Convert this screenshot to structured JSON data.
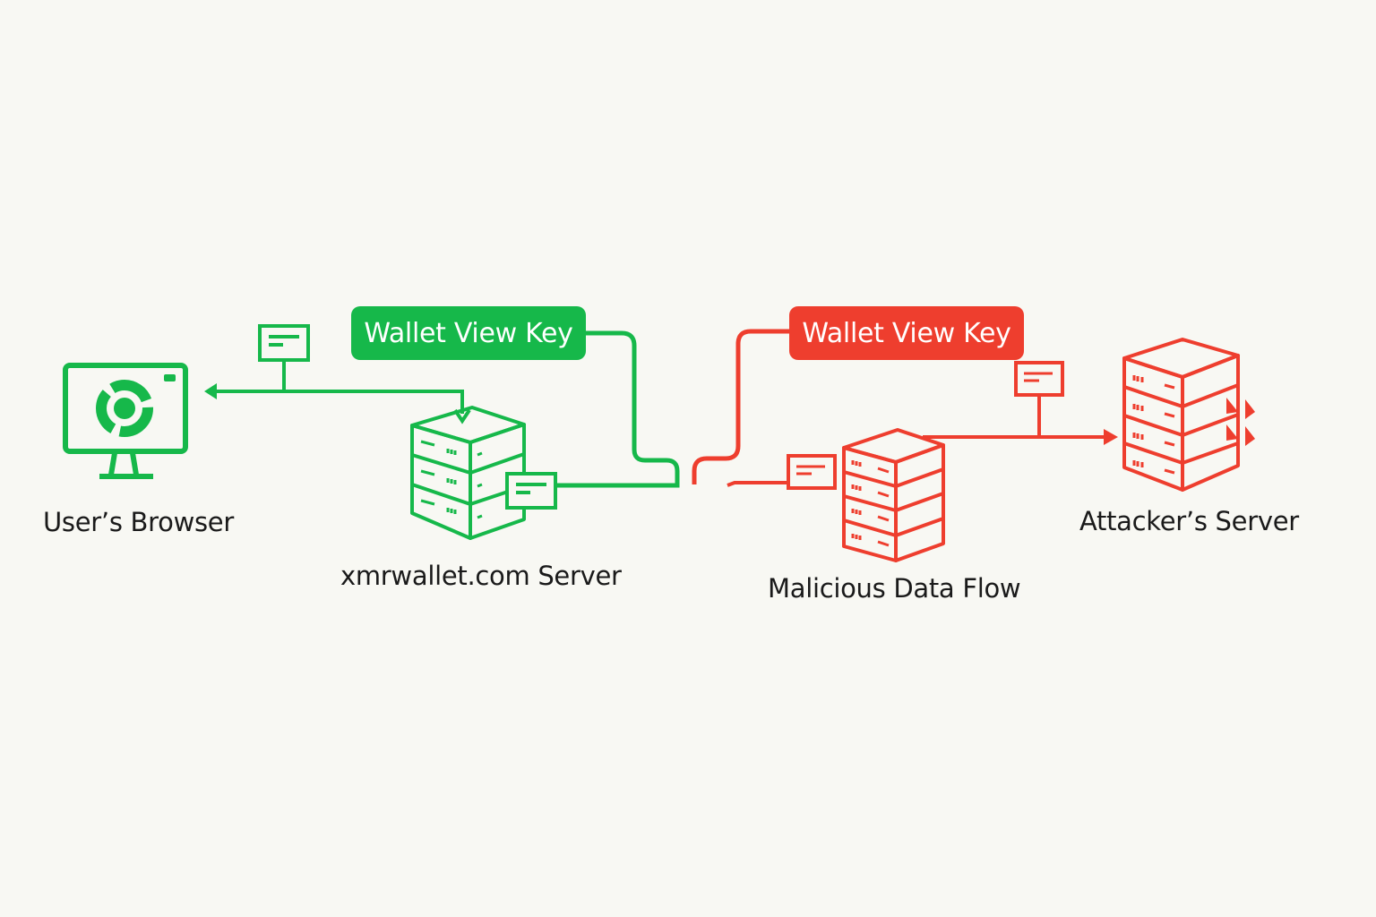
{
  "colors": {
    "background": "#f8f8f3",
    "legit": "#16b84a",
    "malicious": "#ee3e2e",
    "text": "#1a1a1a"
  },
  "nodes": {
    "browser": {
      "label": "User’s Browser",
      "icon": "monitor-browser-icon"
    },
    "xmr_server": {
      "label": "xmrwallet.com Server",
      "icon": "server-stack-icon"
    },
    "malicious_flow": {
      "label": "Malicious Data Flow",
      "icon": "server-stack-icon"
    },
    "attacker_server": {
      "label": "Attacker’s Server",
      "icon": "server-stack-icon"
    }
  },
  "tags": {
    "legit_key": "Wallet View Key",
    "malicious_key": "Wallet View Key"
  }
}
